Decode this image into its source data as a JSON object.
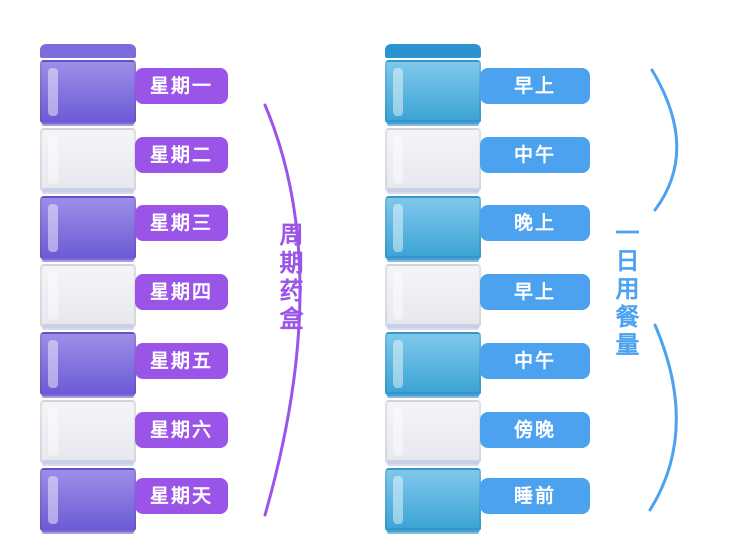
{
  "left_box": {
    "title": "周期药盒",
    "labels": [
      "星期一",
      "星期二",
      "星期三",
      "星期四",
      "星期五",
      "星期六",
      "星期天"
    ],
    "accent_color": "#9a54e8"
  },
  "right_box": {
    "title": "一日用餐量",
    "labels": [
      "早上",
      "中午",
      "晚上",
      "早上",
      "中午",
      "傍晚",
      "睡前"
    ],
    "accent_color": "#4da2f0"
  }
}
